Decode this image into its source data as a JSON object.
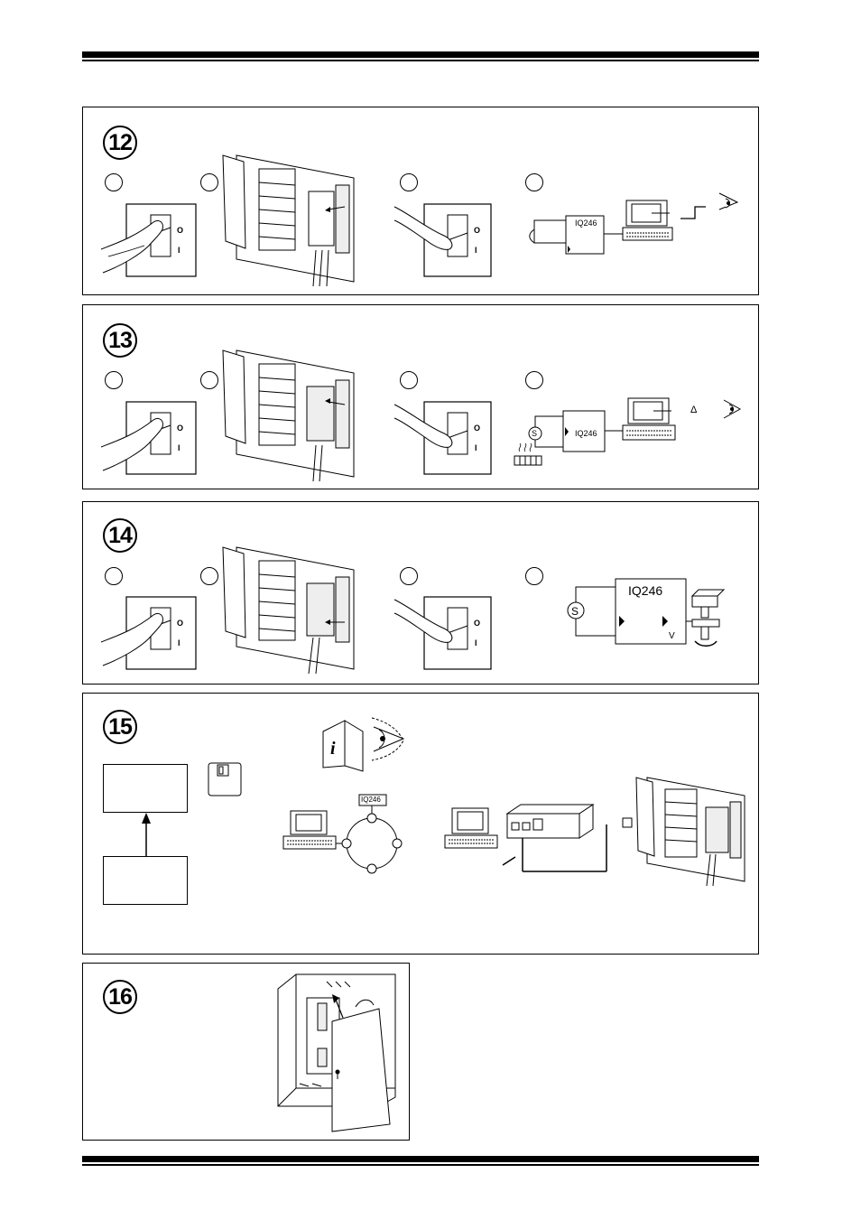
{
  "steps": [
    {
      "number": "12",
      "device_label": "IQ246"
    },
    {
      "number": "13",
      "device_label": "IQ246"
    },
    {
      "number": "14",
      "device_label": "IQ246"
    },
    {
      "number": "15",
      "device_label": "IQ246"
    },
    {
      "number": "16"
    }
  ],
  "switch": {
    "off_label": "O",
    "on_label": "I"
  },
  "panel_labels": {
    "delta": "Δ",
    "sensor": "S",
    "valve_symbol": "V"
  },
  "icons": [
    "finger-press-icon",
    "controller-board-icon",
    "computer-icon",
    "eye-icon",
    "sensor-icon",
    "valve-actuator-icon",
    "manual-book-icon",
    "floppy-disk-icon",
    "network-ring-icon",
    "interface-unit-icon",
    "enclosure-icon"
  ]
}
